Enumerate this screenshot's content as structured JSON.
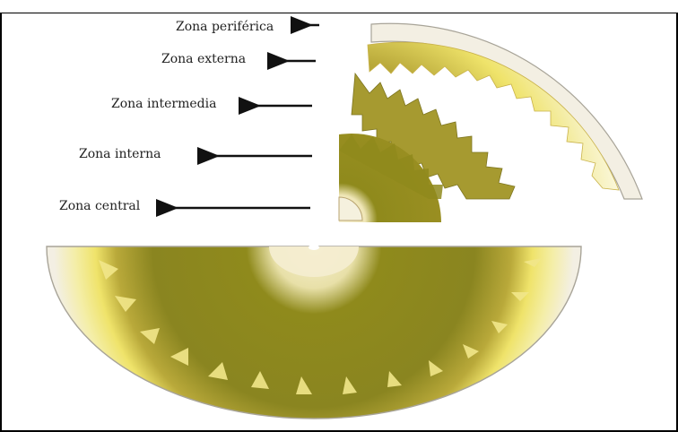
{
  "labels": {
    "periferica": "Zona periférica",
    "externa": "Zona externa",
    "intermedia": "Zona intermedia",
    "interna": "Zona interna",
    "central": "Zona central"
  },
  "colors": {
    "olive": "#8f8a1c",
    "olive_dark": "#6f6a16",
    "yellow": "#efe36a",
    "cream": "#f5f1de",
    "rim": "#f3efe3",
    "outline": "#a8a498"
  }
}
